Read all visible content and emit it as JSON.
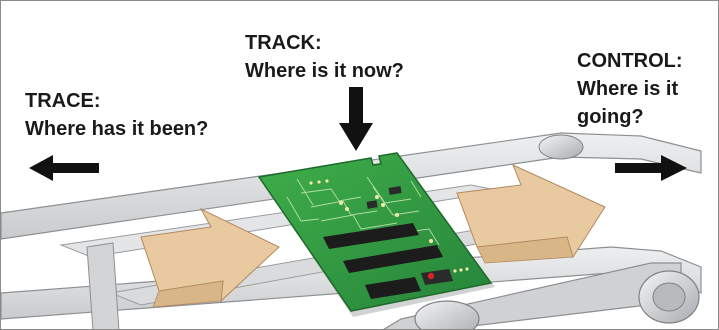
{
  "labels": {
    "trace": {
      "title": "TRACE:",
      "question": "Where has it been?"
    },
    "track": {
      "title": "TRACK:",
      "question": "Where is it now?"
    },
    "control": {
      "title": "CONTROL:",
      "question_line1": "Where is it",
      "question_line2": "going?"
    }
  },
  "icons": {
    "left_arrow": "arrow-left-icon",
    "right_arrow": "arrow-right-icon",
    "down_arrow": "arrow-down-icon"
  },
  "colors": {
    "text": "#1a1a1a",
    "conveyor_rail": "#d9dadb",
    "conveyor_edge": "#8d9093",
    "belt_arrow": "#e8c9a0",
    "pcb_green": "#2f9a3c",
    "chip_black": "#1c1c1c"
  }
}
